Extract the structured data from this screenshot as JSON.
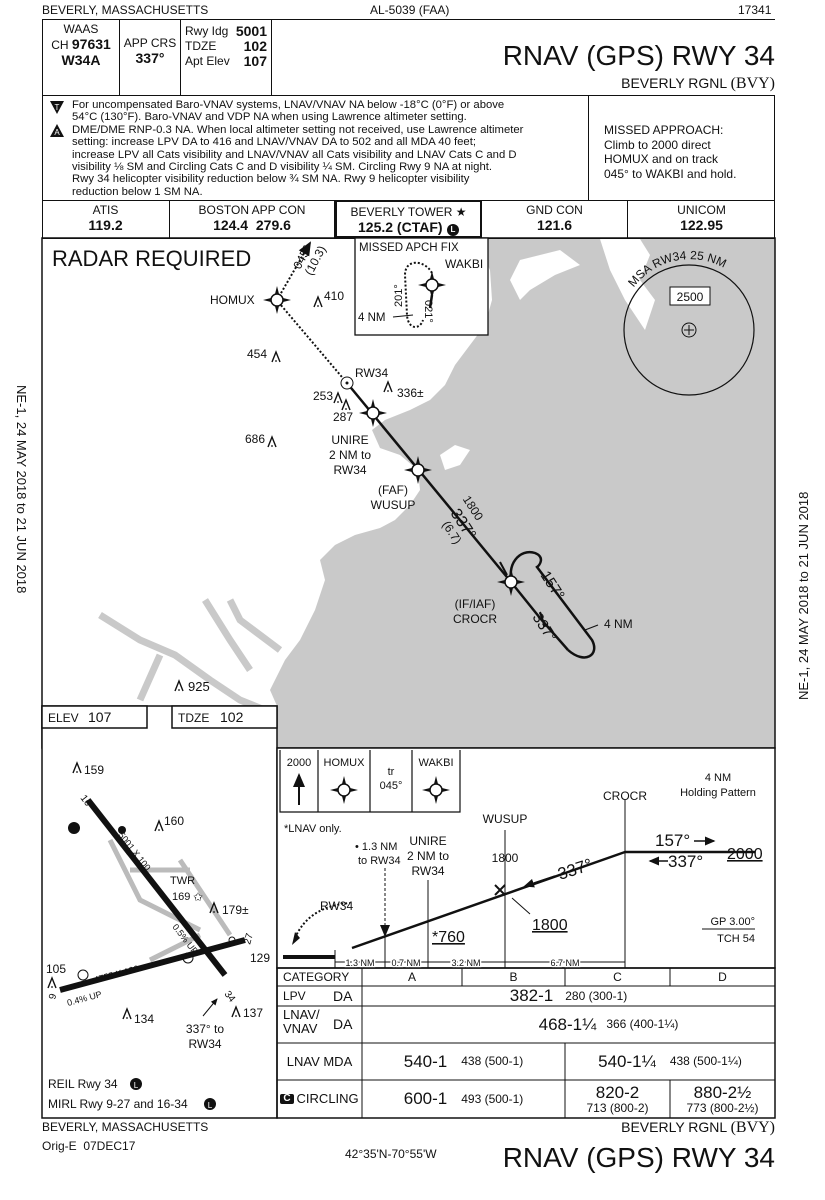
{
  "header": {
    "location": "BEVERLY, MASSACHUSETTS",
    "chart_id": "AL-5039 (FAA)",
    "number": "17341"
  },
  "waas": {
    "label": "WAAS",
    "ch_label": "CH",
    "channel": "97631",
    "id": "W34A"
  },
  "app_crs": {
    "label": "APP CRS",
    "value": "337°"
  },
  "runway_info": [
    {
      "label": "Rwy Idg",
      "value": "5001"
    },
    {
      "label": "TDZE",
      "value": "102"
    },
    {
      "label": "Apt Elev",
      "value": "107"
    }
  ],
  "title": {
    "procedure": "RNAV (GPS) RWY 34",
    "airport": "BEVERLY RGNL",
    "ident": "(BVY)"
  },
  "notes": {
    "icon_t": "T",
    "icon_a": "A",
    "lines": [
      "For uncompensated Baro-VNAV systems, LNAV/VNAV NA below -18°C (0°F) or above",
      "54°C (130°F).  Baro-VNAV and VDP NA when using Lawrence altimeter setting.",
      "DME/DME RNP-0.3 NA.  When local altimeter setting not received, use Lawrence altimeter",
      "setting: increase LPV DA to 416 and LNAV/VNAV DA to 502 and all MDA 40 feet;",
      "increase LPV all Cats visibility and LNAV/VNAV all Cats visibility and LNAV Cats C and D",
      "visibility ⅛ SM and Circling Cats C and D visibility ¼  SM. Circling Rwy 9 NA at night.",
      "Rwy 34 helicopter visibility reduction below ¾ SM NA. Rwy 9 helicopter visibility",
      "reduction below 1 SM NA."
    ],
    "missed_approach": [
      "MISSED APPROACH:",
      "Climb to 2000 direct",
      "HOMUX and on track",
      "045° to WAKBI and hold."
    ]
  },
  "comms": [
    {
      "label": "ATIS",
      "value": "119.2"
    },
    {
      "label": "BOSTON APP CON",
      "value": "124.4  279.6"
    },
    {
      "label": "BEVERLY TOWER ★",
      "value": "125.2 (CTAF)",
      "badge": "L"
    },
    {
      "label": "GND CON",
      "value": "121.6"
    },
    {
      "label": "UNICOM",
      "value": "122.95"
    }
  ],
  "plan": {
    "radar": "RADAR REQUIRED",
    "fixes": {
      "homux": "HOMUX",
      "rw34": "RW34",
      "unire": [
        "UNIRE",
        "2 NM to",
        "RW34"
      ],
      "wusup": [
        "(FAF)",
        "WUSUP"
      ],
      "crocr": [
        "(IF/IAF)",
        "CROCR"
      ]
    },
    "obstacles": [
      "410",
      "454",
      "253",
      "287",
      "336±",
      "686",
      "925"
    ],
    "missed_course": "045°",
    "missed_dist": "(10.3)",
    "final_alt": "1800",
    "final_crs": "337°",
    "final_dist": "(6.7)",
    "hold_out": "157°",
    "hold_in": "337°",
    "hold_len": "4 NM",
    "missed_fix_box": {
      "title": "MISSED APCH FIX",
      "fix": "WAKBI",
      "out": "201°",
      "in": "021°",
      "len": "4 NM"
    },
    "msa": {
      "label": "MSA RW34 25 NM",
      "alt": "2500"
    },
    "side_text": "NE-1, 24 MAY 2018 to 21 JUN 2018"
  },
  "airport": {
    "elev_label": "ELEV",
    "elev": "107",
    "tdze_label": "TDZE",
    "tdze": "102",
    "obstacles": [
      "159",
      "160",
      "179±",
      "129",
      "105",
      "134",
      "137"
    ],
    "runways": [
      "5001 X 100",
      "4755 X 100"
    ],
    "slopes": [
      "0.5% UP",
      "0.4% UP"
    ],
    "rwy_ends": [
      "16",
      "34",
      "9",
      "27"
    ],
    "twr": "TWR",
    "twr_elev": "169",
    "course_note": [
      "337° to",
      "RW34"
    ],
    "lights": [
      {
        "text": "REIL Rwy 34",
        "badge": "L"
      },
      {
        "text": "MIRL Rwy 9-27 and 16-34",
        "badge": "L"
      }
    ]
  },
  "profile": {
    "ma_icons": [
      {
        "text": "2000"
      },
      {
        "text": "HOMUX"
      },
      {
        "text": "tr",
        "sub": "045°"
      },
      {
        "text": "WAKBI"
      }
    ],
    "lnav_only": "*LNAV only.",
    "rw34": "RW34",
    "vdp": [
      "• 1.3 NM",
      "to RW34"
    ],
    "unire": [
      "UNIRE",
      "2 NM to",
      "RW34"
    ],
    "wusup": "WUSUP",
    "wusup_alt": "1800",
    "wusup_min": "1800",
    "crocr": "CROCR",
    "hold": [
      "4 NM",
      "Holding Pattern"
    ],
    "out": "157°",
    "in": "337°",
    "hold_alt": "2000",
    "final_crs": "337°",
    "stepdown": "*760",
    "gp": "GP 3.00°",
    "tch": "TCH 54",
    "dists": [
      "1.3 NM",
      "0.7 NM",
      "3.2 NM",
      "6.7 NM"
    ]
  },
  "minima": {
    "headers": [
      "CATEGORY",
      "A",
      "B",
      "C",
      "D"
    ],
    "lpv": {
      "label": "LPV",
      "type": "DA",
      "value": "382-1",
      "haa": "280 (300-1)"
    },
    "lnav_vnav": {
      "label1": "LNAV/",
      "label2": "VNAV",
      "type": "DA",
      "value": "468-1¼",
      "haa": "366 (400-1¼)"
    },
    "lnav": {
      "label": "LNAV MDA",
      "ab": "540-1",
      "ab_haa": "438 (500-1)",
      "cd": "540-1¼",
      "cd_haa": "438 (500-1¼)"
    },
    "circling": {
      "badge": "C",
      "label": "CIRCLING",
      "ab": "600-1",
      "ab_haa": "493 (500-1)",
      "c": "820-2",
      "c_haa": "713 (800-2)",
      "d": "880-2½",
      "d_haa": "773 (800-2½)"
    }
  },
  "footer": {
    "location": "BEVERLY, MASSACHUSETTS",
    "amendment": "Orig-E  07DEC17",
    "coords": "42°35'N-70°55'W",
    "airport": "BEVERLY RGNL",
    "ident": "(BVY)",
    "procedure": "RNAV (GPS) RWY 34"
  }
}
